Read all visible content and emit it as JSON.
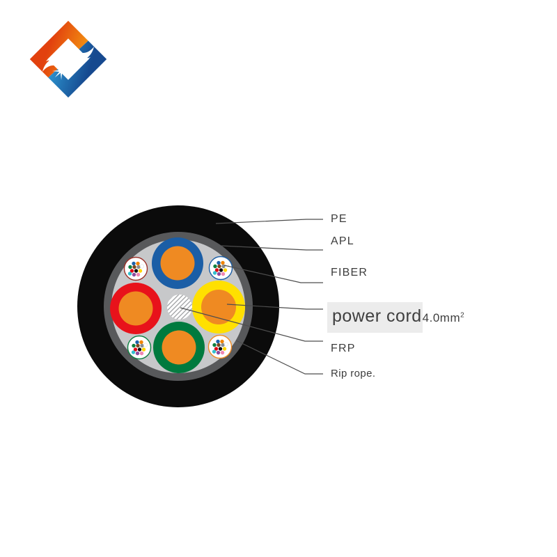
{
  "page": {
    "background": "#ffffff"
  },
  "logo": {
    "description": "diamond swoosh logo with starburst",
    "colors": {
      "orange_start": "#e2410e",
      "orange_end": "#f7a813",
      "blue_start": "#16498f",
      "blue_end": "#31a5de"
    }
  },
  "diagram": {
    "type": "cable-cross-section",
    "labels": {
      "pe": "PE",
      "apl": "APL",
      "fiber": "FIBER",
      "power_cord": "power cord",
      "power_cord_size": "4.0mm",
      "power_cord_size_exp": "2",
      "frp": "FRP",
      "rip_rope": "Rip rope."
    },
    "colors": {
      "pe_jacket": "#0b0b0b",
      "apl": "#58595b",
      "inner_wrap": "#c7c8ca",
      "conductor": "#ef8a22",
      "cord_rings": {
        "top": "#1b5ea6",
        "left": "#e8121b",
        "right": "#ffe000",
        "bottom": "#007a3e"
      },
      "bundle_rings": {
        "nw": "#9b3028",
        "ne": "#1b5ea6",
        "sw": "#0c8040",
        "se": "#ef8a22"
      },
      "fiber_dots": [
        "#1b62ab",
        "#f08300",
        "#0d8040",
        "#7b4a21",
        "#8a8d90",
        "#ffffff",
        "#e30613",
        "#111111",
        "#ffd500",
        "#8d4a9e",
        "#ef86b2",
        "#33bfce"
      ],
      "frp_hatch": "#97999c",
      "leader_line": "#4d4d4d",
      "label_text": "#3c3c3c",
      "power_cord_bg": "#ececec"
    }
  }
}
